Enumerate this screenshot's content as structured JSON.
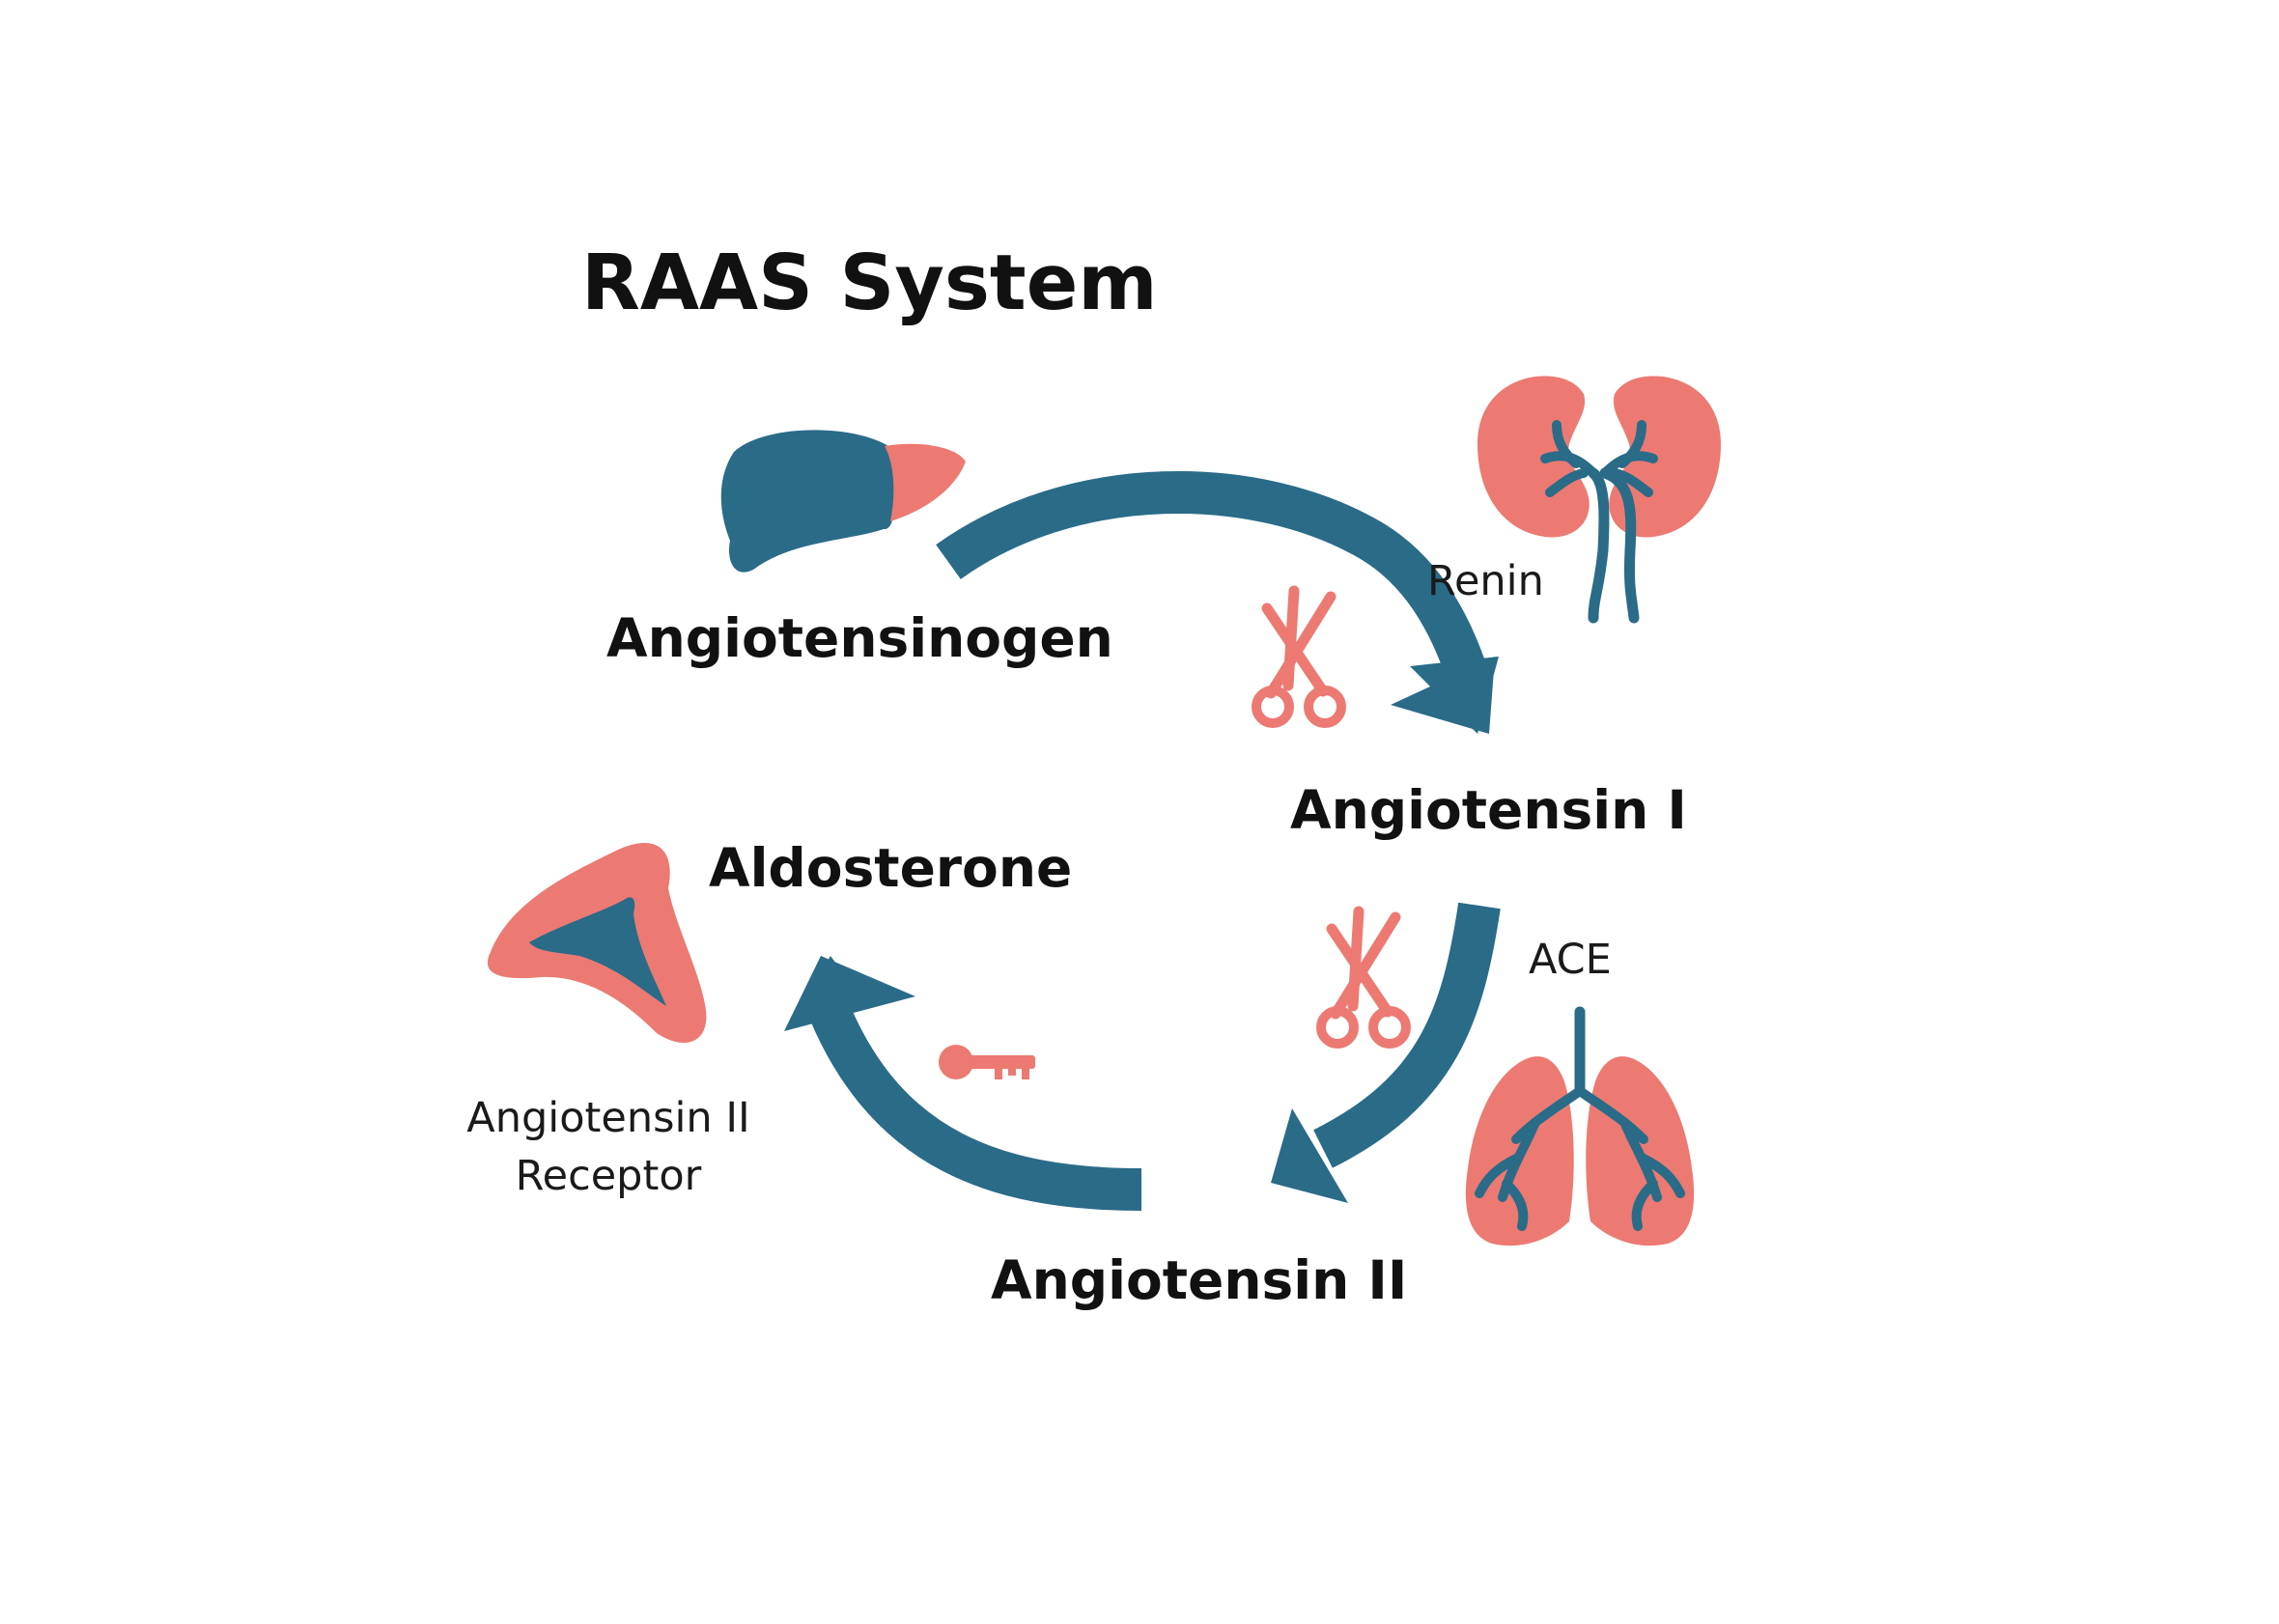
{
  "title": "RAAS System",
  "stages": {
    "angiotensinogen": "Angiotensinogen",
    "angiotensin_1": "Angiotensin I",
    "angiotensin_2": "Angiotensin II",
    "aldosterone": "Aldosterone"
  },
  "enzymes": {
    "renin": "Renin",
    "ace": "ACE"
  },
  "receptor": {
    "line1": "Angiotensin II",
    "line2": "Receptor"
  },
  "icons": [
    "liver-icon",
    "kidneys-icon",
    "lungs-icon",
    "adrenal-gland-icon",
    "scissors-icon",
    "key-icon"
  ],
  "colors": {
    "arrow": "#2a6b88",
    "organ_dark": "#2a6b88",
    "organ_light": "#ec7a72",
    "text": "#111111"
  }
}
